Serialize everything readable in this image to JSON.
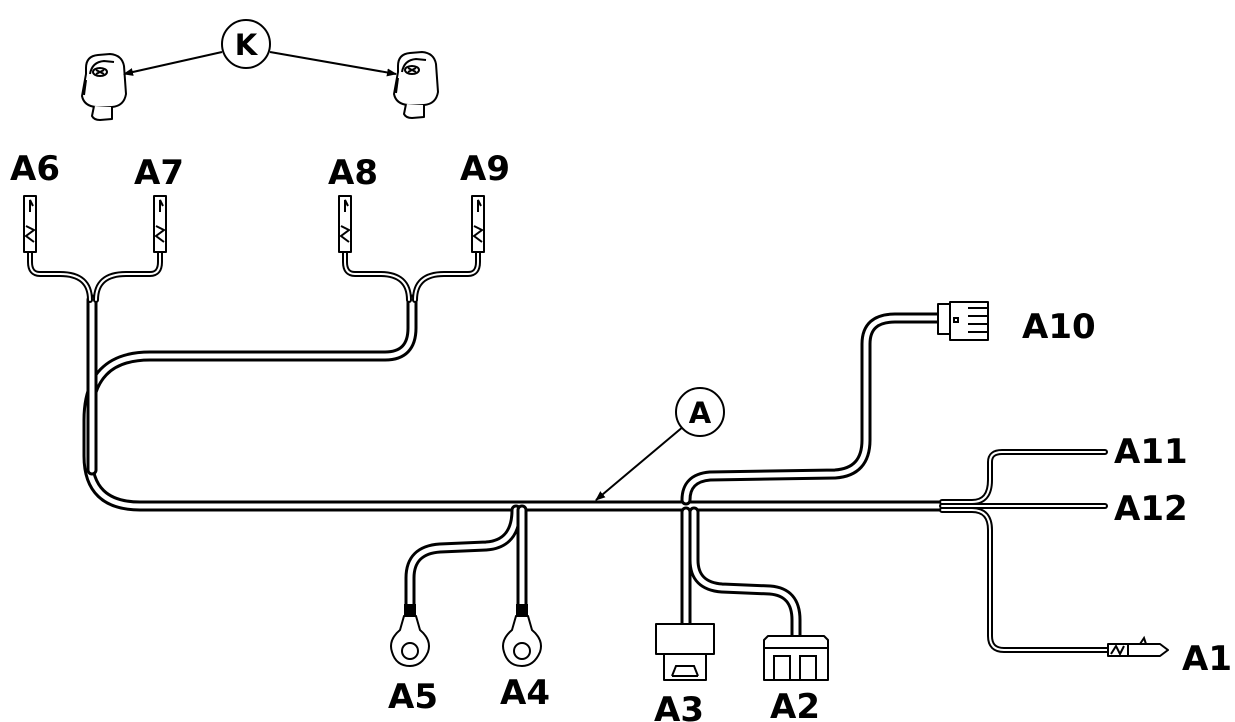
{
  "callouts": {
    "k": "K",
    "a": "A"
  },
  "labels": {
    "a1": "A1",
    "a2": "A2",
    "a3": "A3",
    "a4": "A4",
    "a5": "A5",
    "a6": "A6",
    "a7": "A7",
    "a8": "A8",
    "a9": "A9",
    "a10": "A10",
    "a11": "A11",
    "a12": "A12"
  }
}
